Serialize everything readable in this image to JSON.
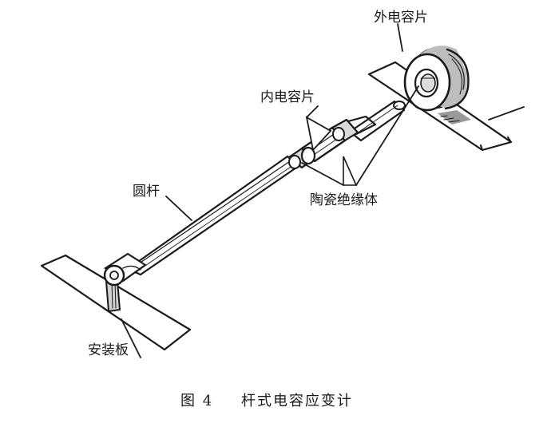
{
  "labels": {
    "outer_plate": "外电容片",
    "inner_plate": "内电容片",
    "rod": "圆杆",
    "ceramic_insulator": "陶瓷绝缘体",
    "mounting_plate": "安装板"
  },
  "caption": {
    "figure_number": "图 4",
    "title": "杆式电容应变计"
  }
}
